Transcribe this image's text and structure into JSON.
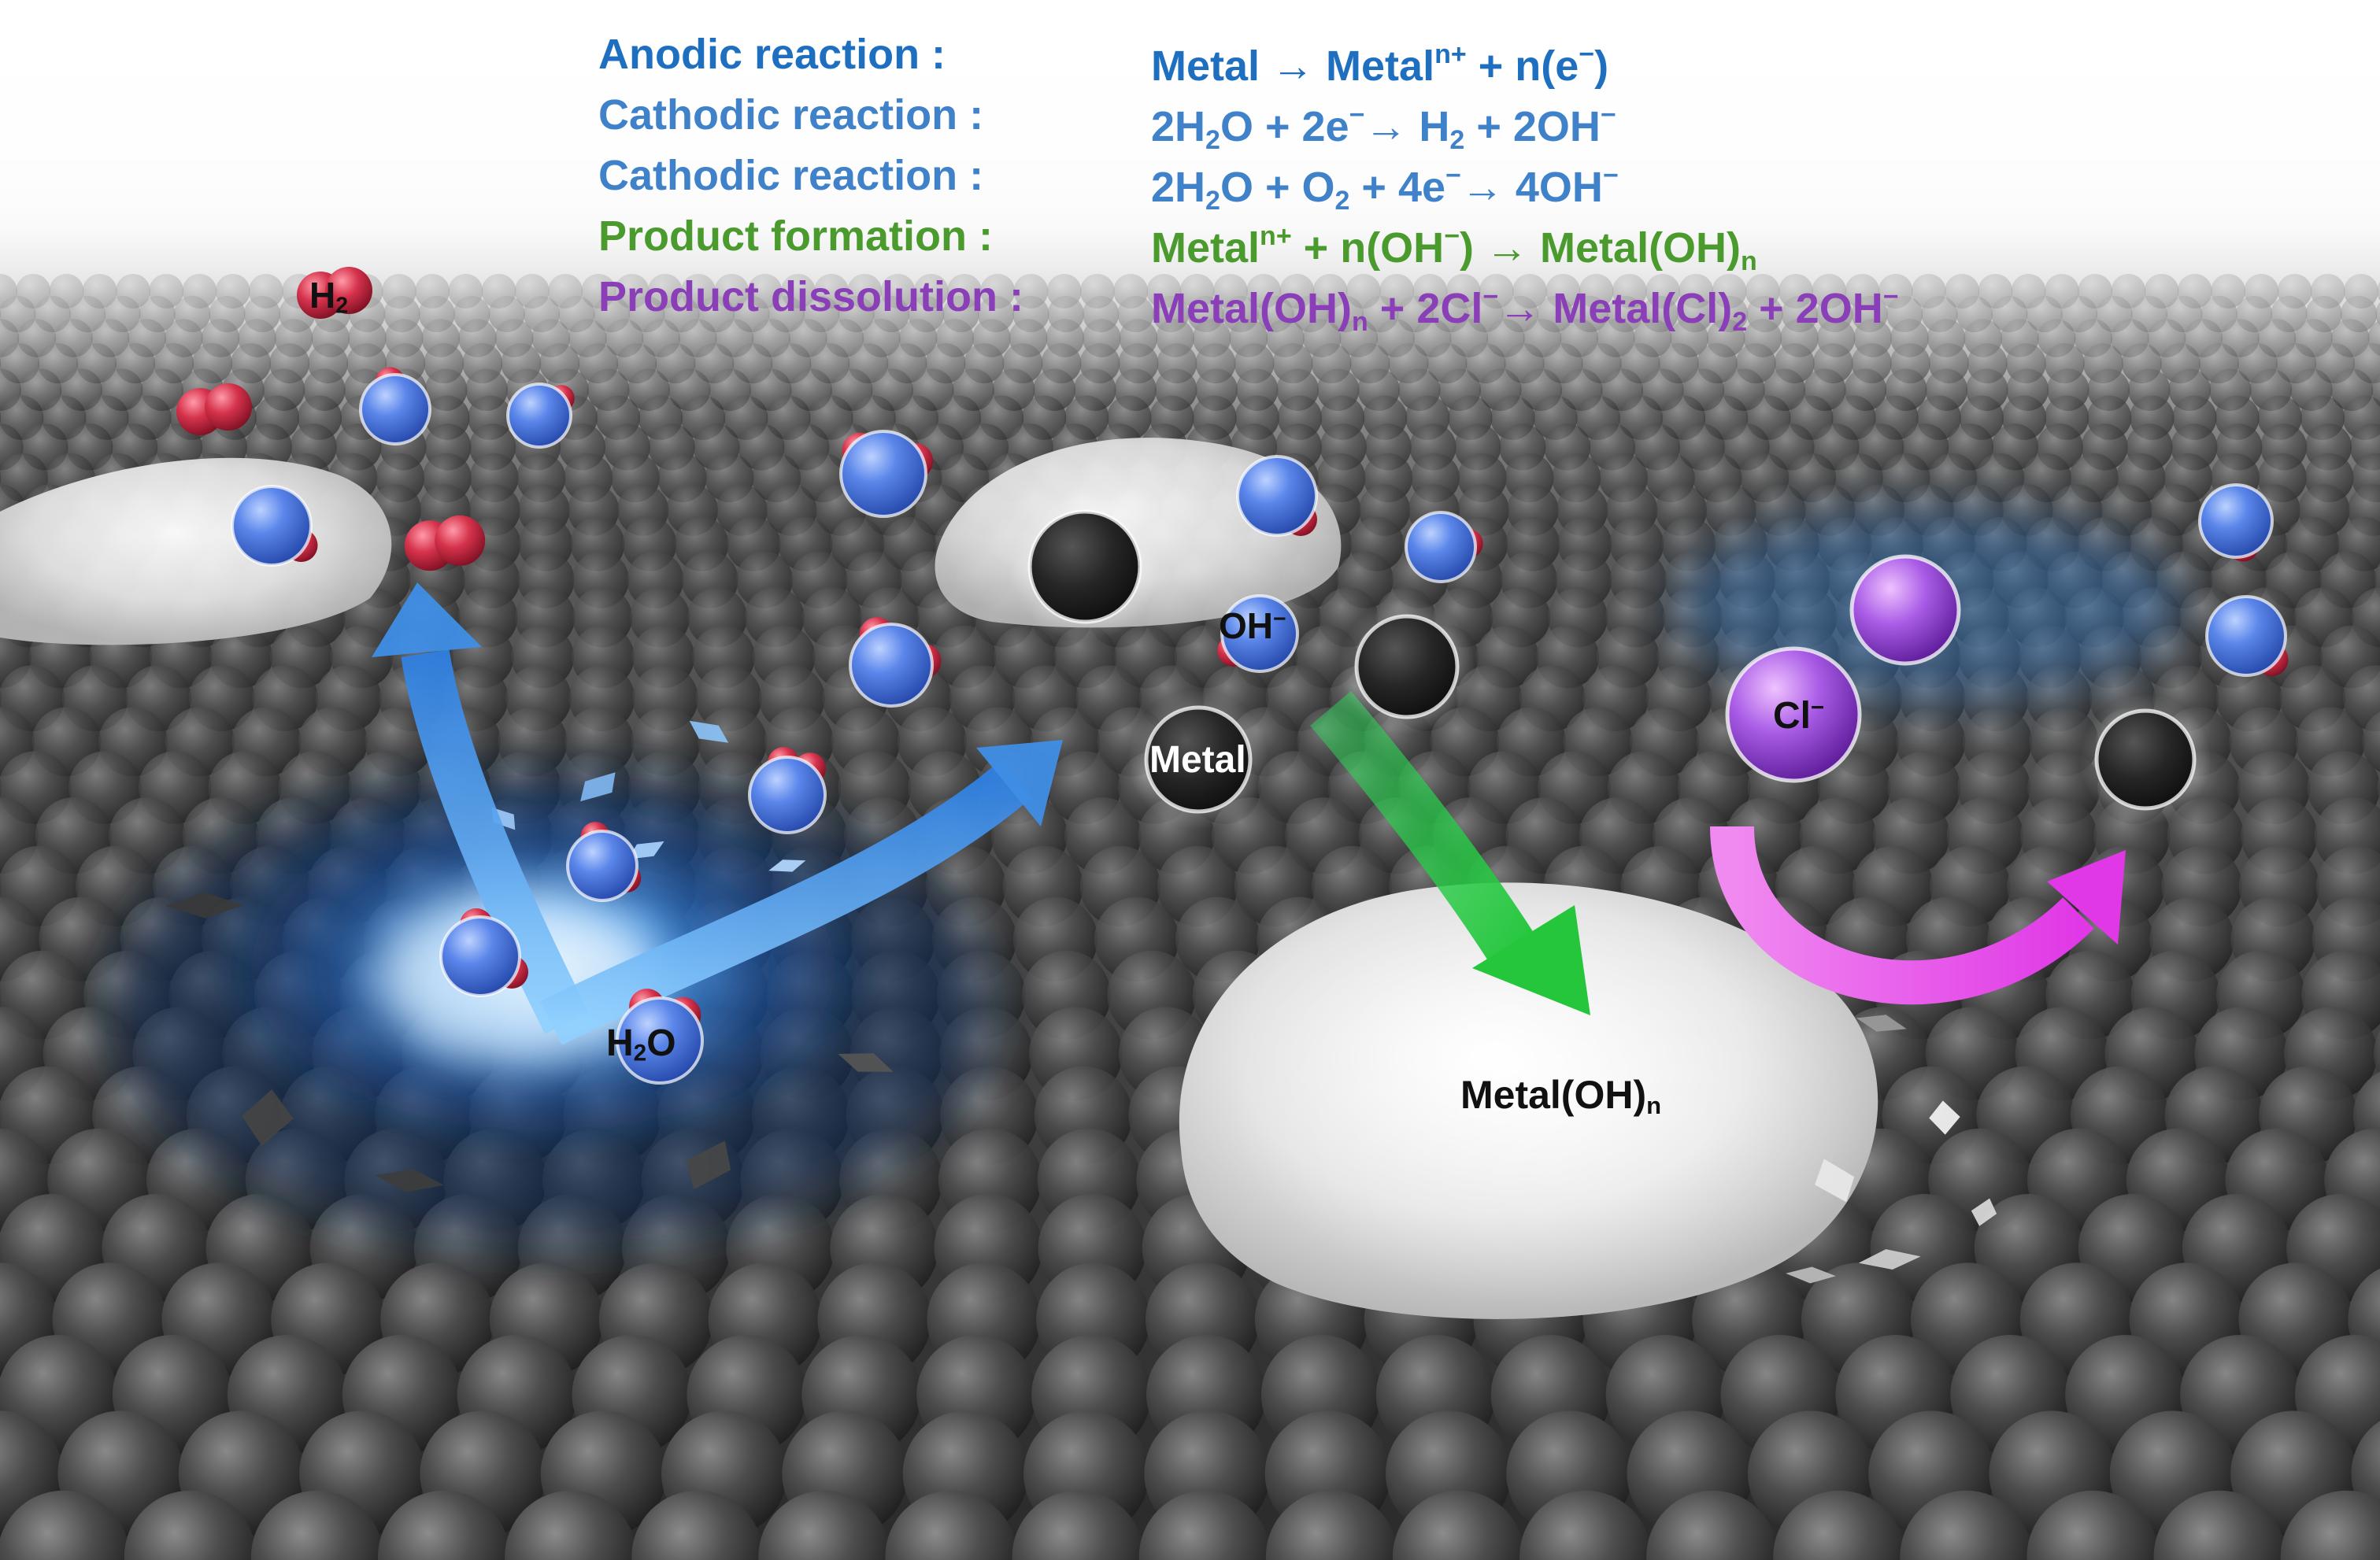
{
  "equations": [
    {
      "label": "Anodic reaction :",
      "color": "#1f6fc0",
      "formula": [
        {
          "t": "Metal → Metal"
        },
        {
          "t": "n+",
          "sup": true
        },
        {
          "t": " + n(e"
        },
        {
          "t": "−",
          "sup": true
        },
        {
          "t": ")"
        }
      ]
    },
    {
      "label": "Cathodic reaction :",
      "color": "#3f82c9",
      "formula": [
        {
          "t": "2H"
        },
        {
          "t": "2",
          "sub": true
        },
        {
          "t": "O + 2e"
        },
        {
          "t": "−",
          "sup": true
        },
        {
          "t": "→ H"
        },
        {
          "t": "2",
          "sub": true
        },
        {
          "t": " + 2OH"
        },
        {
          "t": "−",
          "sup": true
        }
      ]
    },
    {
      "label": "Cathodic reaction :",
      "color": "#3f82c9",
      "formula": [
        {
          "t": "2H"
        },
        {
          "t": "2",
          "sub": true
        },
        {
          "t": "O + O"
        },
        {
          "t": "2",
          "sub": true
        },
        {
          "t": " + 4e"
        },
        {
          "t": "−",
          "sup": true
        },
        {
          "t": "→ 4OH"
        },
        {
          "t": "−",
          "sup": true
        }
      ]
    },
    {
      "label": "Product formation :",
      "color": "#4a9a2e",
      "formula": [
        {
          "t": "Metal"
        },
        {
          "t": "n+",
          "sup": true
        },
        {
          "t": " + n(OH"
        },
        {
          "t": "−",
          "sup": true
        },
        {
          "t": ") → Metal(OH)"
        },
        {
          "t": "n",
          "sub": true
        }
      ]
    },
    {
      "label": "Product dissolution :",
      "color": "#8a3fb8",
      "formula": [
        {
          "t": "Metal(OH)"
        },
        {
          "t": "n",
          "sub": true
        },
        {
          "t": " + 2Cl"
        },
        {
          "t": "−",
          "sup": true
        },
        {
          "t": "→  Metal(Cl)"
        },
        {
          "t": "2",
          "sub": true
        },
        {
          "t": " + 2OH"
        },
        {
          "t": "−",
          "sup": true
        }
      ]
    }
  ],
  "labels": {
    "h2": [
      {
        "t": "H"
      },
      {
        "t": "2",
        "sub": true
      }
    ],
    "h2o": [
      {
        "t": "H"
      },
      {
        "t": "2",
        "sub": true
      },
      {
        "t": "O"
      }
    ],
    "oh": [
      {
        "t": "OH"
      },
      {
        "t": "−",
        "sup": true
      }
    ],
    "metal": [
      {
        "t": "Metal"
      }
    ],
    "cl": [
      {
        "t": "Cl"
      },
      {
        "t": "−",
        "sup": true
      }
    ],
    "hydroxide": [
      {
        "t": "Metal(OH)"
      },
      {
        "t": "n",
        "sub": true
      }
    ]
  },
  "colors": {
    "oxygen_atom": "#3d6fd6",
    "hydrogen_atom": "#c8283f",
    "chloride_ion": "#9b4fd6",
    "metal_ion": "#222222",
    "hydroxide_deposit": "#eeeeee",
    "dissolution_arrow": "#e040e0",
    "formation_arrow": "#3cd24a",
    "electrolyte_arrow": "#3a8fe6"
  }
}
